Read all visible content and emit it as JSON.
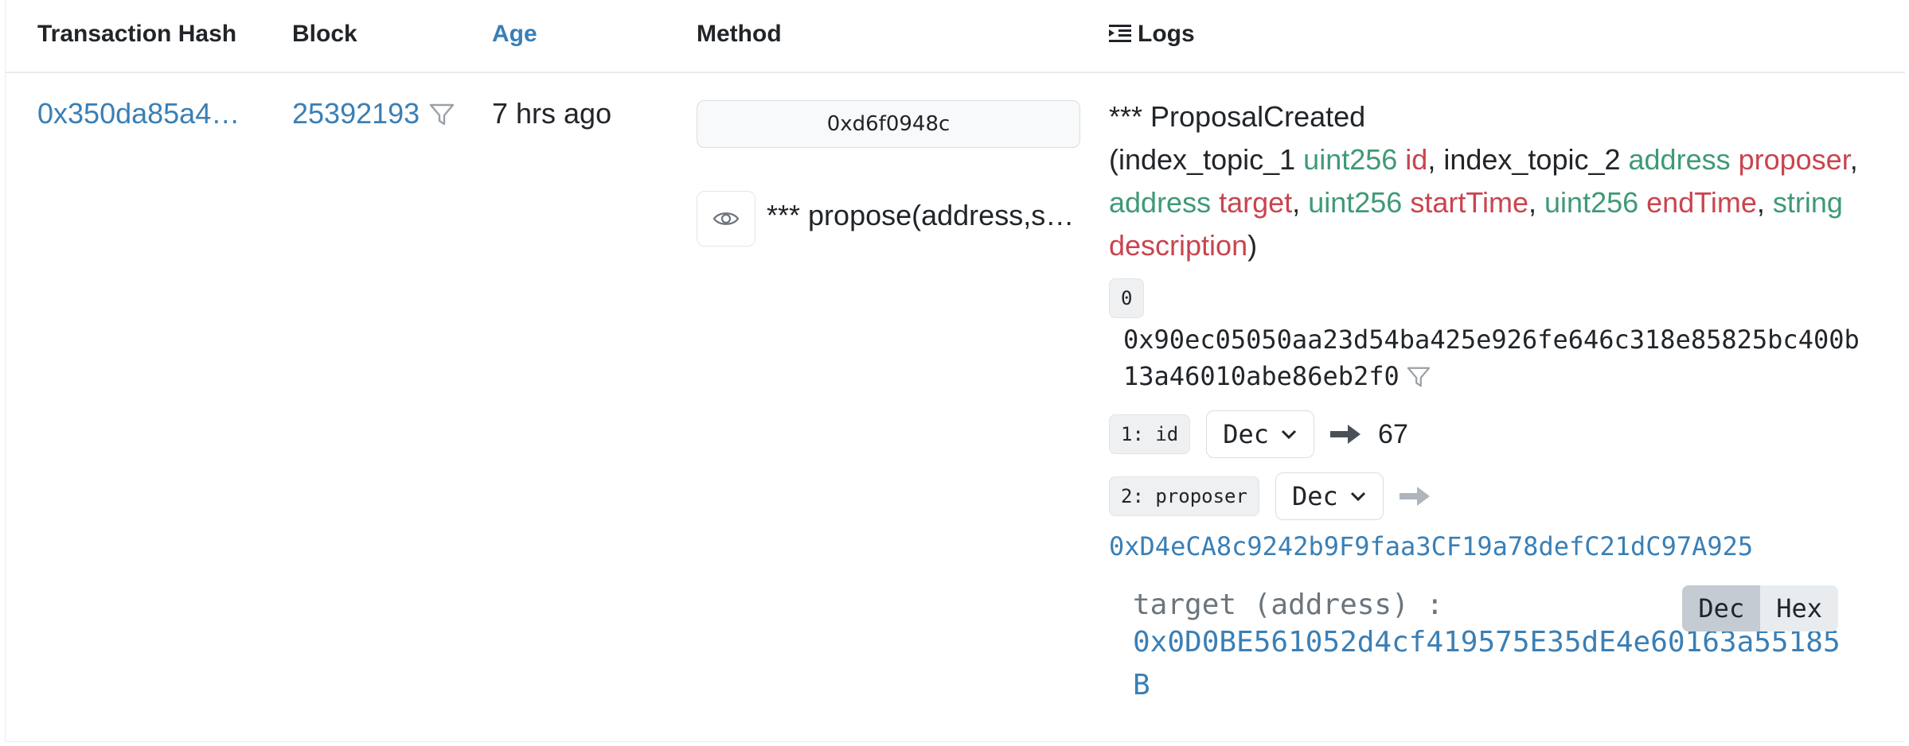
{
  "headers": {
    "hash": "Transaction Hash",
    "block": "Block",
    "age": "Age",
    "method": "Method",
    "logs": "Logs"
  },
  "row": {
    "hash": "0x350da85a4c…",
    "block": "25392193",
    "age": "7 hrs ago",
    "method_id": "0xd6f0948c",
    "method_name": "*** propose(address,st…"
  },
  "log": {
    "event_name": "*** ProposalCreated",
    "sig": {
      "open": "(index_topic_1 ",
      "p1_type": "uint256",
      "p1_name": "id",
      "sep1": ", index_topic_2 ",
      "p2_type": "address",
      "p2_name": "proposer",
      "p3_type": "address",
      "p3_name": "target",
      "p4_type": "uint256",
      "p4_name": "startTime",
      "p5_type": "uint256",
      "p5_name": "endTime",
      "p6_type": "string",
      "p6_name": "description",
      "comma": ",",
      "close": ")"
    },
    "topic0_label": "0",
    "topic0_value": "0x90ec05050aa23d54ba425e926fe646c318e85825bc400b13a46010abe86eb2f0",
    "topic1_label": "1: id",
    "topic1_format": "Dec",
    "topic1_value": "67",
    "topic2_label": "2: proposer",
    "topic2_format": "Dec",
    "topic2_value": "0xD4eCA8c9242b9F9faa3CF19a78defC21dC97A925",
    "data_label": "target (address) :",
    "data_value": "0x0D0BE561052d4cf419575E35dE4e60163a55185B",
    "toggle_dec": "Dec",
    "toggle_hex": "Hex"
  },
  "colors": {
    "link": "#3a7fb5",
    "type": "#3e9a75",
    "name": "#c9444f"
  }
}
